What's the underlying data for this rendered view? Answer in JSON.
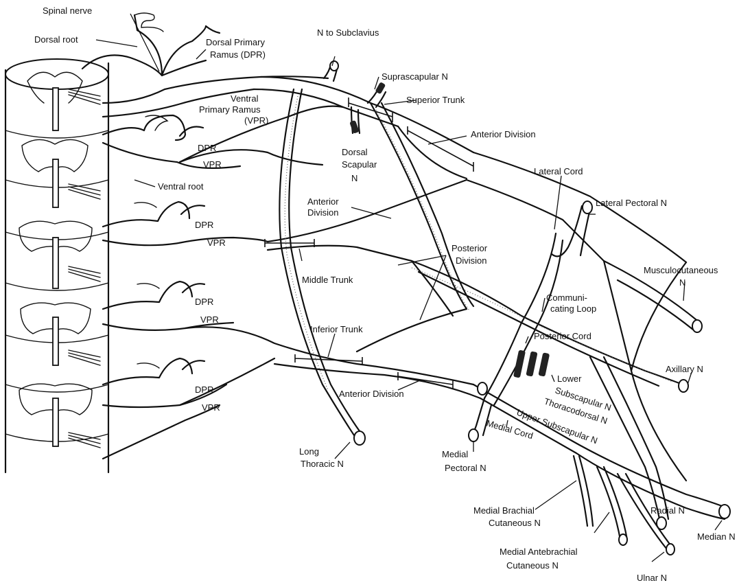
{
  "labels": {
    "spinal_nerve": "Spinal nerve",
    "dorsal_root": "Dorsal root",
    "dorsal_primary_ramus_1": "Dorsal Primary",
    "dorsal_primary_ramus_2": "Ramus (DPR)",
    "n_to_subclavius": "N to Subclavius",
    "suprascapular_n": "Suprascapular N",
    "superior_trunk": "Superior Trunk",
    "ventral_primary_ramus_1": "Ventral",
    "ventral_primary_ramus_2": "Primary Ramus",
    "ventral_primary_ramus_3": "(VPR)",
    "dpr": "DPR",
    "vpr": "VPR",
    "dorsal_scapular_1": "Dorsal",
    "dorsal_scapular_2": "Scapular",
    "dorsal_scapular_3": "N",
    "anterior_division_top": "Anterior Division",
    "lateral_cord": "Lateral Cord",
    "ventral_root": "Ventral root",
    "anterior_division_mid_1": "Anterior",
    "anterior_division_mid_2": "Division",
    "lateral_pectoral_n": "Lateral Pectoral N",
    "posterior_division_1": "Posterior",
    "posterior_division_2": "Division",
    "musculocutaneous_1": "Musculocutaneous",
    "musculocutaneous_2": "N",
    "middle_trunk": "Middle Trunk",
    "communicating_loop_1": "Communi-",
    "communicating_loop_2": "cating Loop",
    "inferior_trunk": "Inferior Trunk",
    "posterior_cord": "Posterior Cord",
    "axillary_n": "Axillary N",
    "lower_subscapular_1": "Lower",
    "lower_subscapular_2": "Subscapular N",
    "thoracodorsal_n": "Thoracodorsal N",
    "anterior_division_low": "Anterior Division",
    "upper_subscapular_n": "Upper Subscapular N",
    "medial_cord": "Medial Cord",
    "long_thoracic_1": "Long",
    "long_thoracic_2": "Thoracic N",
    "medial_pectoral_1": "Medial",
    "medial_pectoral_2": "Pectoral N",
    "medial_brachial_1": "Medial Brachial",
    "medial_brachial_2": "Cutaneous  N",
    "radial_n": "Radial  N",
    "median_n": "Median N",
    "medial_antebrachial_1": "Medial Antebrachial",
    "medial_antebrachial_2": "Cutaneous  N",
    "ulnar_n": "Ulnar N"
  }
}
